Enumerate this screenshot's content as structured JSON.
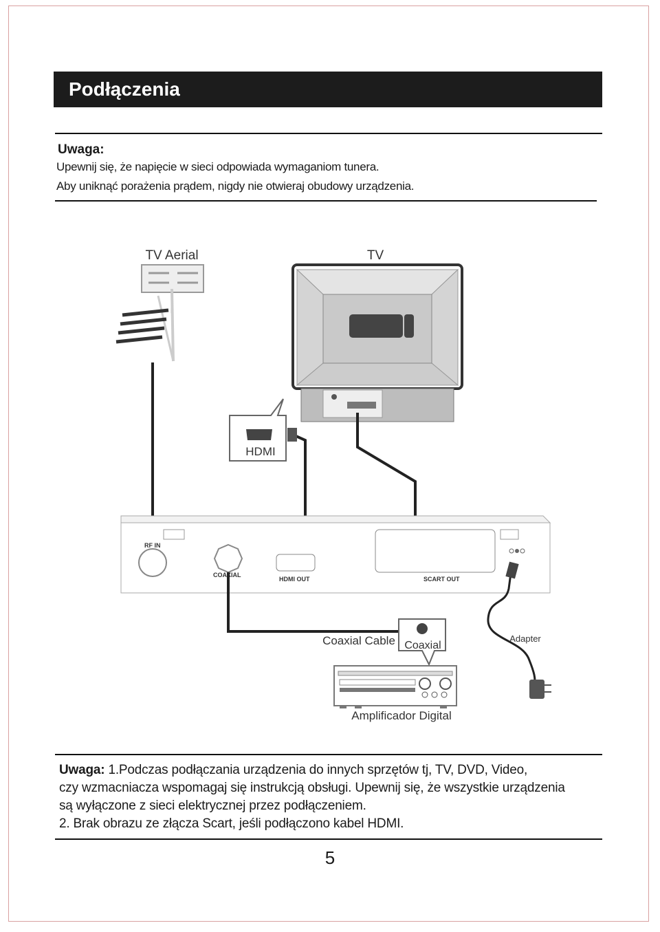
{
  "header": {
    "title": "Podłączenia"
  },
  "note_top": {
    "label": "Uwaga:",
    "lines": [
      "Upewnij się, że napięcie w sieci odpowiada wymaganiom tunera.",
      "Aby uniknąć porażenia prądem, nigdy nie otwieraj obudowy urządzenia."
    ]
  },
  "diagram": {
    "tv_aerial": "TV Aerial",
    "tv": "TV",
    "hdmi": "HDMI",
    "rf_in": "RF IN",
    "coaxial_port": "COAXIAL",
    "hdmi_out": "HDMI OUT",
    "scart_out": "SCART OUT",
    "coaxial_cable": "Coaxial Cable",
    "coaxial": "Coaxial",
    "adapter": "Adapter",
    "amplifier": "Amplificador Digital"
  },
  "note_bottom": {
    "label": "Uwaga:",
    "line1": "1.Podczas podłączania urządzenia do innych sprzętów tj, TV, DVD, Video,",
    "line2": "czy wzmacniacza wspomagaj się instrukcją obsługi. Upewnij się, że wszystkie urządzenia",
    "line3": "są wyłączone z sieci elektrycznej przez podłączeniem.",
    "line4": "2. Brak obrazu ze złącza Scart, jeśli podłączono kabel HDMI."
  },
  "page_number": "5"
}
